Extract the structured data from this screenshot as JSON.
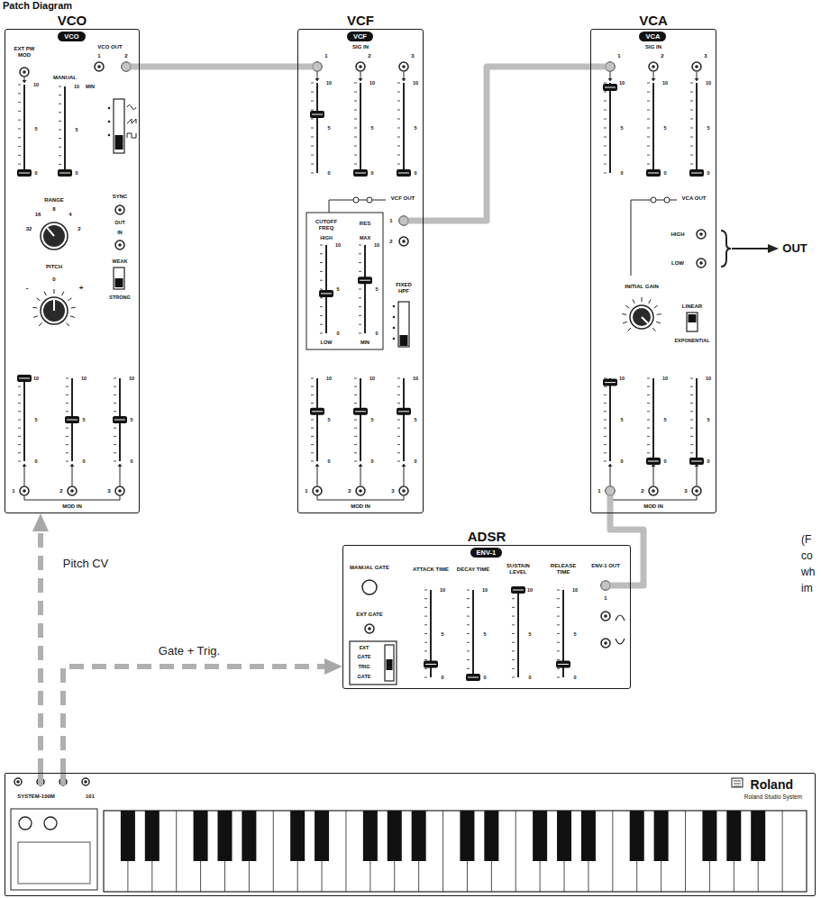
{
  "diagram": {
    "title": "Patch Diagram",
    "nodes": [
      {
        "text": [
          "VCO"
        ]
      },
      {
        "text": [
          "VCO"
        ],
        "in": 0
      },
      {
        "text": [
          "VCF"
        ]
      },
      {
        "text": [
          "VCF"
        ],
        "in": 2
      },
      {
        "text": [
          "VCA"
        ]
      },
      {
        "text": [
          "VCA"
        ],
        "in": 4
      },
      {
        "text": [
          "ADSR"
        ]
      },
      {
        "text": [
          "ENV-1"
        ],
        "in": 6
      },
      {
        "text": [
          "Roland",
          "Roland Studio System"
        ]
      }
    ],
    "edges": [
      {
        "from": 0,
        "to": 2,
        "arrow": "none"
      },
      {
        "from": 2,
        "to": 4,
        "arrow": "none"
      },
      {
        "from": 6,
        "to": 4,
        "arrow": "none"
      },
      {
        "from": 8,
        "to": 0,
        "label": "Pitch CV",
        "arrow": "to"
      },
      {
        "from": 8,
        "to": 6,
        "label": "Gate + Trig.",
        "arrow": "to"
      }
    ],
    "labels": [
      "EXT PW MOD",
      "VCO OUT",
      "1",
      "2",
      "MANUAL",
      "MIN",
      "RANGE",
      "32",
      "16",
      "8",
      "4",
      "2",
      "SYNC",
      "OUT",
      "IN",
      "WEAK",
      "STRONG",
      "PITCH",
      "-",
      "0",
      "+",
      "1",
      "2",
      "3",
      "MOD IN",
      "SIG IN",
      "1",
      "2",
      "3",
      "VCF OUT",
      "CUTOFF FREQ",
      "RES",
      "HIGH",
      "MAX",
      "LOW",
      "MIN",
      "1",
      "2",
      "FIXED HPF",
      "1",
      "2",
      "3",
      "MOD IN",
      "SIG IN",
      "1",
      "2",
      "3",
      "VCA OUT",
      "HIGH",
      "LOW",
      "OUT",
      "INITIAL GAIN",
      "LINEAR",
      "EXPONENTIAL",
      "1",
      "2",
      "3",
      "MOD IN",
      "MANUAL GATE",
      "EXT GATE",
      "EXT",
      "GATE",
      "TRIG",
      "GATE",
      "ATTACK TIME",
      "DECAY TIME",
      "SUSTAIN LEVEL",
      "RELEASE TIME",
      "ENV-1 OUT",
      "1",
      "SYSTEM-100M",
      "101",
      "(F",
      "co",
      "wh",
      "im",
      "10",
      "5",
      "0",
      "10",
      "5",
      "0",
      "10",
      "5",
      "0",
      "10",
      "5",
      "0",
      "10",
      "5",
      "0",
      "10",
      "5",
      "0",
      "10",
      "5",
      "0",
      "10",
      "5",
      "0",
      "10",
      "5",
      "0",
      "10",
      "5",
      "0",
      "10",
      "5",
      "0",
      "10",
      "5",
      "0",
      "10",
      "5",
      "0",
      "10",
      "5",
      "0",
      "10",
      "5",
      "0",
      "10",
      "5",
      "0",
      "10",
      "5",
      "0",
      "10",
      "5",
      "0",
      "10",
      "5",
      "0",
      "10",
      "5",
      "0",
      "10",
      "5",
      "0",
      "10",
      "5",
      "0",
      "10",
      "5",
      "0"
    ]
  }
}
